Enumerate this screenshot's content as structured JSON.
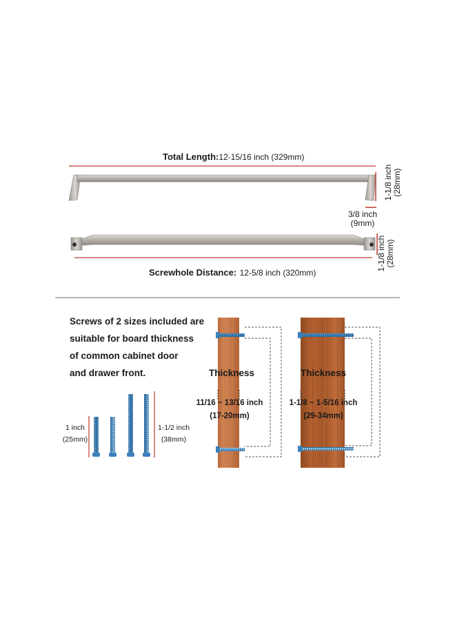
{
  "top_section": {
    "total_length_bold": "Total Length:",
    "total_length_value": "12-15/16 inch (329mm)",
    "height_top_inch": "1-1/8 inch",
    "height_top_mm": "(28mm)",
    "leg_inch": "3/8 inch",
    "leg_mm": "(9mm)",
    "height_bottom_inch": "1-1/8 inch",
    "height_bottom_mm": "(28mm)",
    "screwhole_bold": "Screwhole Distance:",
    "screwhole_value": "12-5/8 inch (320mm)"
  },
  "bottom_section": {
    "description_lines": [
      "Screws of 2 sizes included are",
      "suitable for board thickness",
      "of common cabinet door",
      "and drawer front."
    ],
    "screw_short_inch": "1 inch",
    "screw_short_mm": "(25mm)",
    "screw_long_inch": "1-1/2 inch",
    "screw_long_mm": "(38mm)",
    "board_thin": {
      "title": "Thickness",
      "inch": "11/16 ~ 13/16 inch",
      "mm": "(17-20mm)"
    },
    "board_thick": {
      "title": "Thickness",
      "inch": "1-1/8 ~ 1-5/16 inch",
      "mm": "(29-34mm)"
    }
  },
  "colors": {
    "dimension_line": "#c0392b",
    "handle_metal": "#b9b4ae",
    "wood_light": "#c9794a",
    "wood_dark": "#a8572a",
    "screw_blue": "#5aa3d8",
    "dashed": "#555555"
  }
}
